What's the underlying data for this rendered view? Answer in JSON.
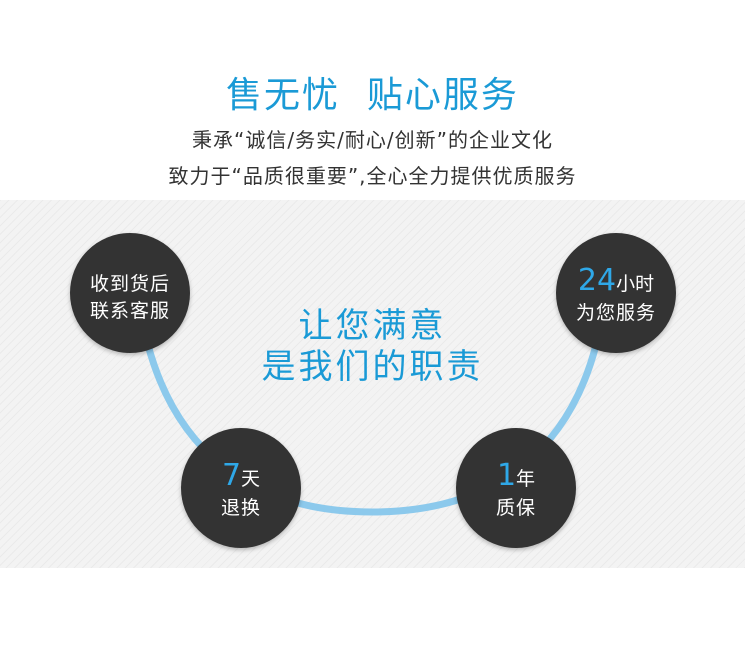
{
  "header": {
    "title": "售无忧  贴心服务",
    "subtitle_1": "秉承“诚信/务实/耐心/创新”的企业文化",
    "subtitle_2": "致力于“品质很重要”,全心全力提供优质服务"
  },
  "center": {
    "line_1": "让您满意",
    "line_2": "是我们的职责"
  },
  "circles": {
    "top_left": {
      "line_1": "收到货后",
      "line_2": "联系客服"
    },
    "top_right": {
      "number": "24",
      "unit": "小时",
      "line_2": "为您服务"
    },
    "bottom_left": {
      "number": "7",
      "unit": "天",
      "line_2": "退换"
    },
    "bottom_right": {
      "number": "1",
      "unit": "年",
      "line_2": "质保"
    }
  },
  "colors": {
    "accent": "#1a9ad6",
    "number": "#2fa8e8",
    "circle": "#333333",
    "arc": "#8cc9ec"
  }
}
